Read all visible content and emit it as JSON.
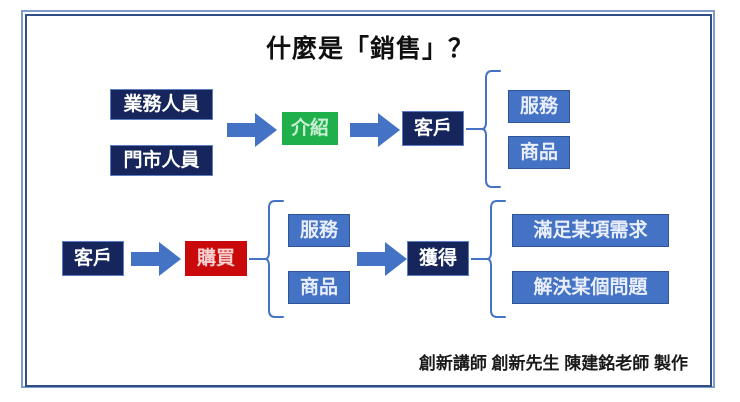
{
  "slide": {
    "title": "什麼是「銷售」？",
    "footer": "創新講師 創新先生 陳建銘老師 製作",
    "colors": {
      "navy": "#16265C",
      "blue": "#4472C4",
      "green": "#1FAF4B",
      "red": "#CA0A0A",
      "frame_outer": "#7F9CC8",
      "frame_inner": "#2E4E84",
      "background": "#FFFFFF",
      "title_text": "#101010"
    }
  },
  "diagram": {
    "row1": {
      "sources": [
        {
          "label": "業務人員"
        },
        {
          "label": "門市人員"
        }
      ],
      "action": {
        "label": "介紹"
      },
      "target": {
        "label": "客戶"
      },
      "outcomes": [
        {
          "label": "服務"
        },
        {
          "label": "商品"
        }
      ]
    },
    "row2": {
      "actor": {
        "label": "客戶"
      },
      "action": {
        "label": "購買"
      },
      "objects": [
        {
          "label": "服務"
        },
        {
          "label": "商品"
        }
      ],
      "result": {
        "label": "獲得"
      },
      "benefits": [
        {
          "label": "滿足某項需求"
        },
        {
          "label": "解決某個問題"
        }
      ]
    }
  }
}
